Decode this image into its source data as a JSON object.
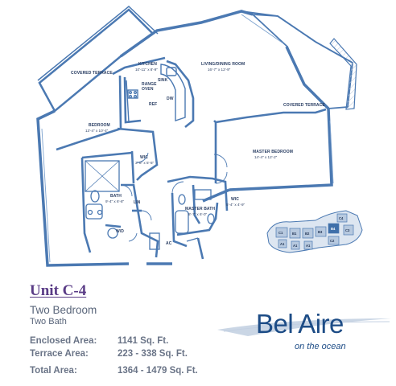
{
  "rooms": {
    "covered_terrace_top": {
      "name": "COVERED TERRACE"
    },
    "kitchen": {
      "name": "KITCHEN",
      "dim": "10'-11\" x 8'-9\""
    },
    "sink": {
      "name": "SINK"
    },
    "range_oven": {
      "name": "RANGE OVEN"
    },
    "dw": {
      "name": "DW"
    },
    "ref": {
      "name": "REF"
    },
    "living_dining": {
      "name": "LIVING/DINING ROOM",
      "dim": "16'-7\" x 12'-9\""
    },
    "covered_terrace_right": {
      "name": "COVERED TERRACE"
    },
    "bedroom": {
      "name": "BEDROOM",
      "dim": "13'-4\" x 10'-4\""
    },
    "wic_1": {
      "name": "WIC",
      "dim": "3'-8\" x 5'-5\""
    },
    "master_bedroom": {
      "name": "MASTER BEDROOM",
      "dim": "14'-4\" x 12'-2\""
    },
    "bath": {
      "name": "BATH",
      "dim": "9'-4\" x 6'-8\""
    },
    "lin": {
      "name": "LIN"
    },
    "wd": {
      "name": "W/D"
    },
    "master_bath": {
      "name": "MASTER BATH",
      "dim": "8'-7\" x 6'-0\""
    },
    "wic_2": {
      "name": "WIC",
      "dim": "5'-4\" x 4'-9\""
    },
    "ac": {
      "name": "AC"
    }
  },
  "key_plan": {
    "labels": [
      "C1",
      "B1",
      "B2",
      "B3",
      "B4",
      "C4",
      "C3",
      "C2",
      "A1",
      "A1",
      "A1"
    ]
  },
  "unit": {
    "title": "Unit C-4",
    "bedrooms": "Two Bedroom",
    "baths": "Two Bath"
  },
  "areas": [
    {
      "label": "Enclosed Area:",
      "value": "1141 Sq. Ft."
    },
    {
      "label": "Terrace Area:",
      "value": "223 - 338 Sq. Ft."
    },
    {
      "label": "Total Area:",
      "value": "1364 - 1479 Sq. Ft."
    }
  ],
  "brand": {
    "name_part1": "Bel",
    "name_part2": "Aire",
    "tagline": "on the ocean"
  },
  "colors": {
    "wall": "#4b79b2",
    "text_dark": "#2a3e63",
    "purple": "#5a3c86",
    "gray_text": "#6a7487",
    "brand_blue": "#1d4c86"
  }
}
